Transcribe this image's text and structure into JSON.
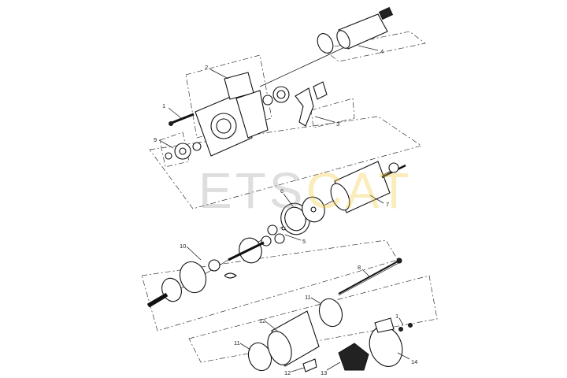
{
  "watermark": {
    "text_main": "ETS",
    "text_accent": "CAT"
  },
  "callouts": {
    "c1a": "1",
    "c2": "2",
    "c3": "3",
    "c4": "4",
    "c5": "5",
    "c6": "6",
    "c7": "7",
    "c8": "8",
    "c9": "9",
    "c10": "10",
    "c11a": "11",
    "c11b": "11",
    "c12a": "12",
    "c12b": "12",
    "c13": "13",
    "c14": "14",
    "c1b": "1"
  }
}
